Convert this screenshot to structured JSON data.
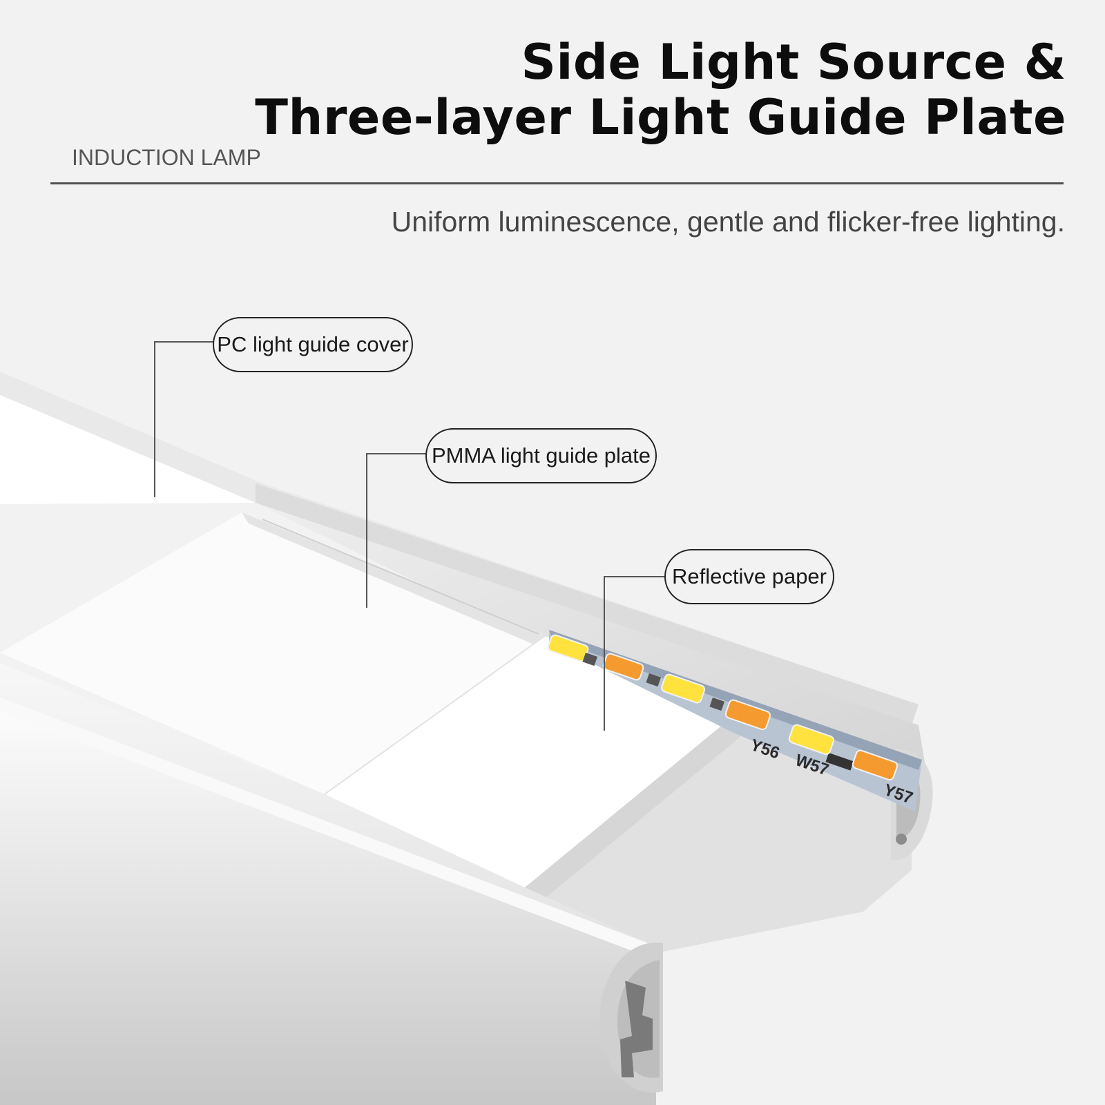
{
  "header": {
    "title_line1": "Side Light Source &",
    "title_line2": "Three-layer Light Guide Plate",
    "tag": "INDUCTION LAMP",
    "tagline": "Uniform luminescence, gentle and flicker-free lighting."
  },
  "callouts": [
    {
      "label": "PC light guide cover"
    },
    {
      "label": "PMMA light guide plate"
    },
    {
      "label": "Reflective paper"
    }
  ],
  "pcb_marks": [
    "Y56",
    "W57",
    "Y57"
  ],
  "colors": {
    "background": "#f2f2f2",
    "title": "#0d0d0d",
    "rule": "#505050",
    "led_cool": "#ffe23d",
    "led_warm": "#f59a2e",
    "aluminum": "#dcdcdc"
  }
}
